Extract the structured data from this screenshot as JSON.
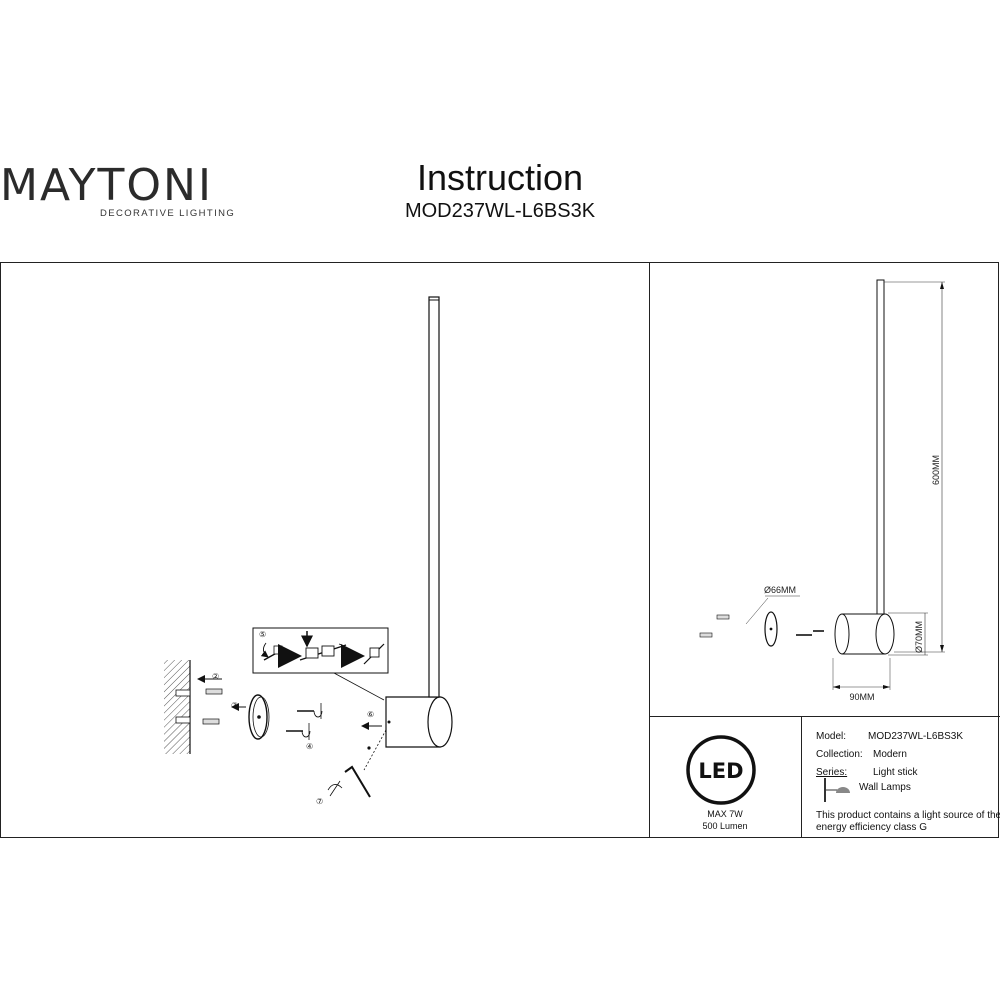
{
  "brand": {
    "name": "MAYTONI",
    "tagline": "DECORATIVE LIGHTING"
  },
  "header": {
    "title": "Instruction",
    "model_code": "MOD237WL-L6BS3K"
  },
  "installation": {
    "steps": [
      "②",
      "③",
      "④",
      "⑤",
      "⑥",
      "⑦"
    ]
  },
  "dimensions": {
    "height": "600MM",
    "canopy_diameter": "Ø66MM",
    "body_diameter": "Ø70MM",
    "depth": "90MM"
  },
  "specs_box": {
    "icon_label": "LED",
    "power": "MAX 7W",
    "lumen": "500 Lumen",
    "model_label": "Model:",
    "model_value": "MOD237WL-L6BS3K",
    "collection_label": "Collection:",
    "collection_value": "Modern",
    "series_label": "Series:",
    "series_value": "Light stick",
    "type_value": "Wall Lamps",
    "energy_note": "This product contains a light source of the energy efficiency class G"
  }
}
